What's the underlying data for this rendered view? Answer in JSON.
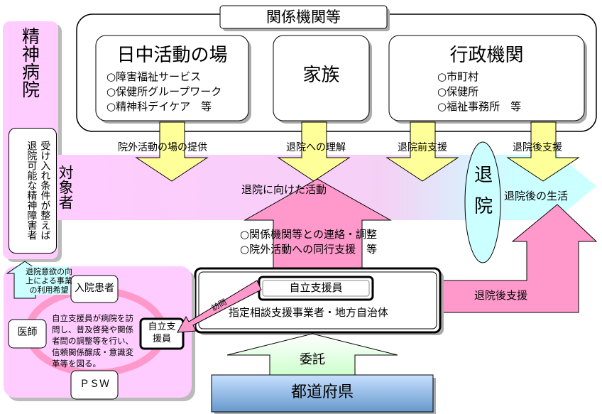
{
  "hospital": {
    "title": "精神病院",
    "target_label": "対象者",
    "target_desc_line1": "受け入れ条件が整えば",
    "target_desc_line2": "退院可能な精神障害者"
  },
  "agencies": {
    "title": "関係機関等",
    "daytime": {
      "title": "日中活動の場",
      "items": [
        "○障害福祉サービス",
        "○保健所グループワーク",
        "○精神科デイケア　等"
      ]
    },
    "family": {
      "title": "家族"
    },
    "admin": {
      "title": "行政機関",
      "items": [
        "○市町村",
        "○保健所",
        "○福祉事務所　等"
      ]
    }
  },
  "down_arrows": [
    "院外活動の場の提供",
    "退院への理解",
    "退院前支援",
    "退院後支援"
  ],
  "main_band": {
    "label": "退院に向けた活動",
    "discharge": "退院",
    "after_life": "退院後の生活"
  },
  "support_items": [
    "○関係機関等との連絡・調整",
    "○院外活動への同行支援　等"
  ],
  "center": {
    "supporter": "自立支援員",
    "org": "指定相談支援事業者・地方自治体",
    "after_support": "退院後支援",
    "visit": "訪問"
  },
  "ward": {
    "motivation": "退院意欲の向上による事業の利用希望",
    "patient": "入院患者",
    "doctor": "医師",
    "psw": "ＰＳＷ",
    "supporter": "自立支援員",
    "desc": [
      "自立支援員が病院を訪",
      "問し、普及啓発や関係",
      "者間の調整等を行い、",
      "信頼関係醸成・意識変",
      "革等を図る。"
    ]
  },
  "prefecture": {
    "label": "都道府県",
    "entrust": "委託"
  },
  "colors": {
    "pink": "#ff99cc",
    "light_pink": "#ffccff",
    "cyan": "#ccffff",
    "yellow": "#ffff99",
    "blue_box": "#99ccff"
  }
}
